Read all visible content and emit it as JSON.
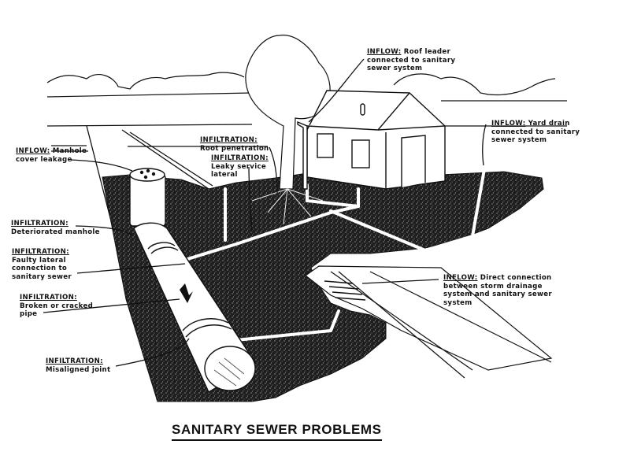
{
  "title": "SANITARY SEWER PROBLEMS",
  "colors": {
    "ink": "#111111",
    "ground": "#1e1e1e",
    "background": "#ffffff"
  },
  "labels": [
    {
      "id": "manhole-cover",
      "category": "INFLOW:",
      "lines": [
        "Manhole",
        "cover leakage"
      ]
    },
    {
      "id": "deteriorated-manhole",
      "category": "INFILTRATION:",
      "lines": [
        "Deteriorated manhole"
      ]
    },
    {
      "id": "faulty-lateral",
      "category": "INFILTRATION:",
      "lines": [
        "Faulty lateral",
        "connection to",
        "sanitary sewer"
      ]
    },
    {
      "id": "broken-pipe",
      "category": "INFILTRATION:",
      "lines": [
        "Broken or cracked",
        "pipe"
      ]
    },
    {
      "id": "misaligned-joint",
      "category": "INFILTRATION:",
      "lines": [
        "Misaligned joint"
      ]
    },
    {
      "id": "root-penetration",
      "category": "INFILTRATION:",
      "lines": [
        "Root penetration"
      ]
    },
    {
      "id": "leaky-lateral",
      "category": "INFILTRATION:",
      "lines": [
        "Leaky service",
        "lateral"
      ]
    },
    {
      "id": "roof-leader",
      "category": "INFLOW:",
      "lines": [
        "Roof leader",
        "connected to sanitary",
        "sewer system"
      ]
    },
    {
      "id": "yard-drain",
      "category": "INFLOW:",
      "lines": [
        "Yard drain",
        "connected to sanitary",
        "sewer system"
      ]
    },
    {
      "id": "storm-connection",
      "category": "INFLOW:",
      "lines": [
        "Direct connection",
        "between storm drainage",
        "system and sanitary sewer",
        "system"
      ]
    }
  ]
}
